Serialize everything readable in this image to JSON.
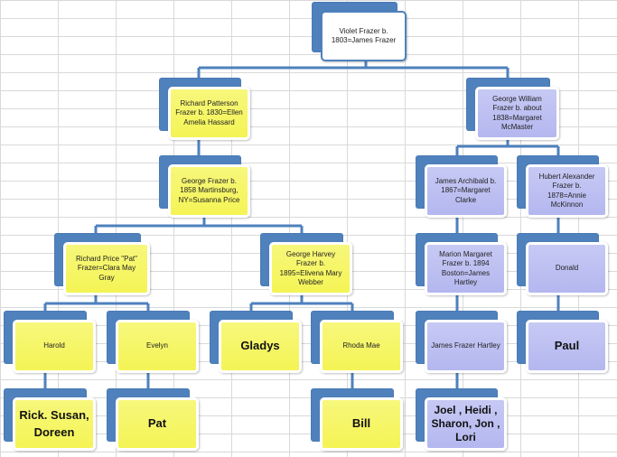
{
  "colors": {
    "connector": "#4f81bd",
    "yellow_box": "#f5f566",
    "blue_box": "#bcbff1",
    "tab": "#4f81bd",
    "gridline": "#d9d9d9"
  },
  "nodes": {
    "violet": "Violet Frazer b. 1803=James Frazer",
    "richard_patterson": "Richard Patterson Frazer b. 1830=Ellen Amelia Hassard",
    "george_william": "George William Frazer b. about 1838=Margaret McMaster",
    "george_frazer": "George Frazer b. 1858 Martinsburg, NY=Susanna Price",
    "james_archibald": "James Archibald b. 1867=Margaret Clarke",
    "hubert_alexander": "Hubert Alexander Frazer b. 1878=Annie McKinnon",
    "richard_price": "Richard Price \"Pat\" Frazer=Clara May Gray",
    "george_harvey": "George Harvey Frazer b. 1895=Elivena Mary Webber",
    "marion_margaret": "Marion Margaret Frazer b. 1894 Boston=James Hartley",
    "donald": "Donald",
    "harold": "Harold",
    "evelyn": "Evelyn",
    "gladys": "Gladys",
    "rhoda_mae": "Rhoda Mae",
    "james_frazer_hartley": "James Frazer Hartley",
    "paul": "Paul",
    "rick_susan_doreen": "Rick. Susan, Doreen",
    "pat": "Pat",
    "bill": "Bill",
    "joel_heidi": "Joel , Heidi , Sharon, Jon , Lori"
  }
}
